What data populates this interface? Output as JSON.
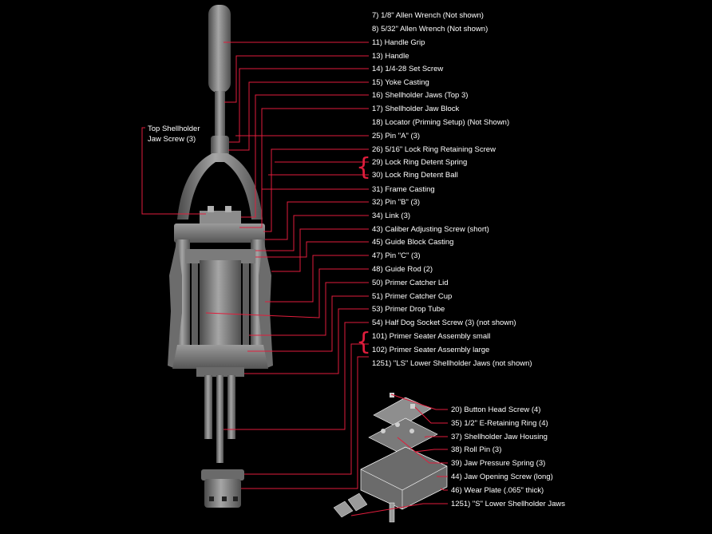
{
  "colors": {
    "background": "#000000",
    "callout": "#e11d3c",
    "text": "#ffffff",
    "metal": "#7a7a7a",
    "metal_dark": "#4a4a4a",
    "metal_light": "#a6a6a6"
  },
  "callouts": [
    "7)  1/8\" Allen Wrench (Not shown)",
    "8)  5/32\" Allen Wrench (Not shown)",
    "11)  Handle Grip",
    "13)  Handle",
    "14)  1/4-28 Set Screw",
    "15)  Yoke Casting",
    "16)  Shellholder Jaws (Top 3)",
    "17)  Shellholder Jaw Block",
    "18)  Locator (Priming Setup) (Not Shown)",
    "25)  Pin \"A\" (3)",
    "26)  5/16\" Lock Ring Retaining Screw",
    "29)  Lock Ring Detent Spring",
    "30)  Lock Ring Detent Ball",
    "31)  Frame Casting",
    "32)  Pin \"B\" (3)",
    "34)  Link (3)",
    "43)  Caliber Adjusting  Screw (short)",
    "45)  Guide Block Casting",
    "47)  Pin \"C\" (3)",
    "48)  Guide Rod (2)",
    "50)  Primer Catcher Lid",
    "51)  Primer Catcher Cup",
    "53)  Primer Drop Tube",
    "54)  Half Dog Socket Screw (3) (not shown)",
    "101)  Primer Seater Assembly small",
    "102)  Primer Seater Assembly large",
    "1251)  \"LS\" Lower Shellholder Jaws (not shown)"
  ],
  "side_callout": {
    "line1": "Top Shellholder",
    "line2": "Jaw Screw (3)"
  },
  "inset_callouts": [
    "20)  Button Head Screw (4)",
    "35)  1/2\" E-Retaining Ring (4)",
    "37)  Shellholder Jaw Housing",
    "38)  Roll Pin (3)",
    "39)  Jaw Pressure Spring (3)",
    "44)  Jaw Opening Screw (long)",
    "46)  Wear Plate (.065\" thick)",
    "1251)  \"S\" Lower Shellholder Jaws"
  ]
}
